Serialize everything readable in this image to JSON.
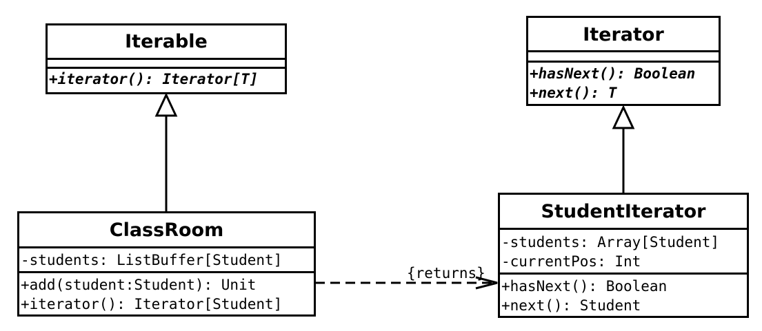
{
  "diagram": {
    "classes": {
      "iterable": {
        "name": "Iterable",
        "attributes": [],
        "operations": [
          "+iterator(): Iterator[T]"
        ]
      },
      "iterator": {
        "name": "Iterator",
        "attributes": [],
        "operations": [
          "+hasNext(): Boolean",
          "+next(): T"
        ]
      },
      "classroom": {
        "name": "ClassRoom",
        "attributes": [
          "-students: ListBuffer[Student]"
        ],
        "operations": [
          "+add(student:Student): Unit",
          "+iterator(): Iterator[Student]"
        ]
      },
      "studentiterator": {
        "name": "StudentIterator",
        "attributes": [
          "-students: Array[Student]",
          "-currentPos: Int"
        ],
        "operations": [
          "+hasNext(): Boolean",
          "+next(): Student"
        ]
      }
    },
    "relations": {
      "returns_label": "{returns}"
    }
  }
}
